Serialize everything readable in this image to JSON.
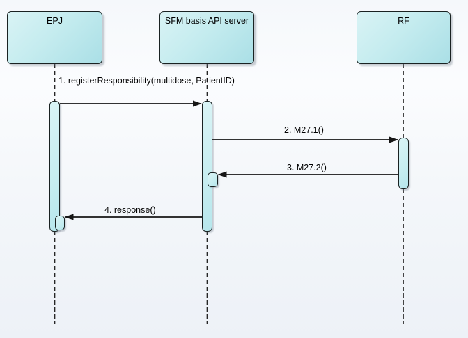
{
  "diagram": {
    "type": "uml-sequence-diagram",
    "actors": [
      {
        "id": "epj",
        "label": "EPJ"
      },
      {
        "id": "sfm",
        "label": "SFM basis API server"
      },
      {
        "id": "rf",
        "label": "RF"
      }
    ],
    "messages": [
      {
        "num": 1,
        "label": "1. registerResponsibility(multidose, PatientID)",
        "from": "EPJ",
        "to": "SFM basis API server",
        "direction": "right",
        "style": "solid"
      },
      {
        "num": 2,
        "label": "2. M27.1()",
        "from": "SFM basis API server",
        "to": "RF",
        "direction": "right",
        "style": "solid"
      },
      {
        "num": 3,
        "label": "3. M27.2()",
        "from": "RF",
        "to": "SFM basis API server",
        "direction": "left",
        "style": "solid"
      },
      {
        "num": 4,
        "label": "4. response()",
        "from": "SFM basis API server",
        "to": "EPJ",
        "direction": "left",
        "style": "solid"
      }
    ],
    "colors": {
      "actor_fill_light": "#d9f3f5",
      "actor_fill_dark": "#aadfe6",
      "border": "#1a2222",
      "message_line": "#161616",
      "background_top": "#f5f8fb",
      "background_bottom": "#edf1f7"
    }
  }
}
